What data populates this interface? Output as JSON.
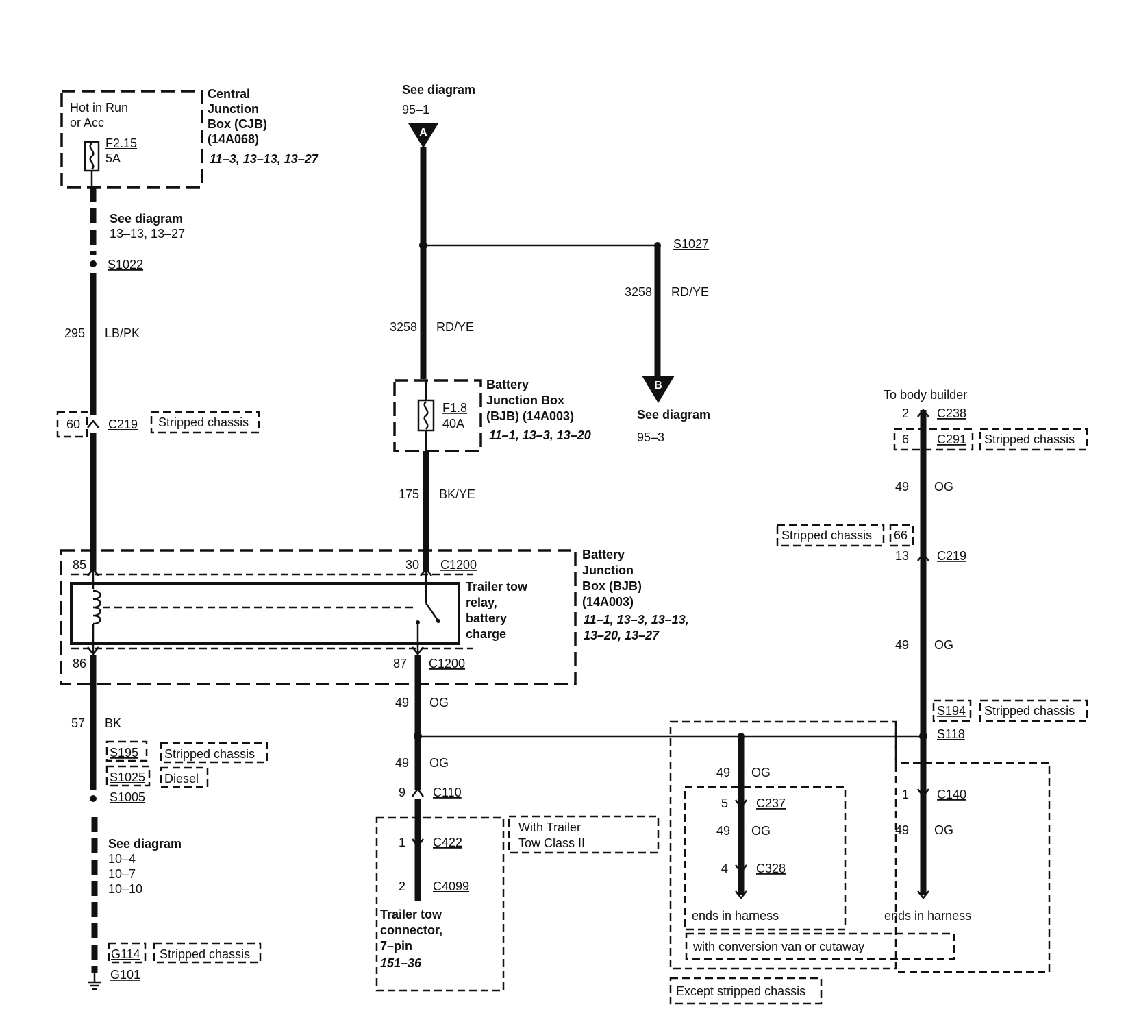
{
  "cjb": {
    "hot_text_1": "Hot in Run",
    "hot_text_2": "or Acc",
    "fuse_id": "F2.15",
    "fuse_amp": "5A",
    "title_1": "Central",
    "title_2": "Junction",
    "title_3": "Box (CJB)",
    "title_4": "(14A068)",
    "refs": "11–3, 13–13, 13–27"
  },
  "left_wire": {
    "see_diagram": "See diagram",
    "see_refs": "13–13, 13–27",
    "splice_top": "S1022",
    "circuit": "295",
    "color": "LB/PK",
    "conn_pin": "60",
    "conn": "C219",
    "stripped": "Stripped chassis"
  },
  "top_center": {
    "see_diagram": "See diagram",
    "ref": "95–1",
    "letter": "A",
    "circuit": "3258",
    "color": "RD/YE"
  },
  "branch_right": {
    "splice": "S1027",
    "circuit": "3258",
    "color": "RD/YE",
    "letter": "B",
    "see_diagram": "See diagram",
    "ref": "95–3"
  },
  "bjb_fuse": {
    "fuse_id": "F1.8",
    "fuse_amp": "40A",
    "title_1": "Battery",
    "title_2": "Junction Box",
    "title_3": "(BJB) (14A003)",
    "refs": "11–1, 13–3, 13–20",
    "out_circuit": "175",
    "out_color": "BK/YE"
  },
  "relay_box": {
    "pin_85": "85",
    "pin_86": "86",
    "pin_30": "30",
    "pin_87": "87",
    "conn_top": "C1200",
    "conn_bottom": "C1200",
    "relay_1": "Trailer tow",
    "relay_2": "relay,",
    "relay_3": "battery",
    "relay_4": "charge",
    "bjb_1": "Battery",
    "bjb_2": "Junction",
    "bjb_3": "Box (BJB)",
    "bjb_4": "(14A003)",
    "refs_1": "11–1, 13–3, 13–13,",
    "refs_2": "13–20, 13–27"
  },
  "ground_wire": {
    "circuit": "57",
    "color": "BK",
    "s195": "S195",
    "s195_note": "Stripped chassis",
    "s1025": "S1025",
    "s1025_note": "Diesel",
    "s1005": "S1005",
    "see_diagram": "See diagram",
    "ref_1": "10–4",
    "ref_2": "10–7",
    "ref_3": "10–10",
    "g114": "G114",
    "g114_note": "Stripped chassis",
    "g101": "G101"
  },
  "center_og": {
    "circuit_1": "49",
    "color_1": "OG",
    "circuit_2": "49",
    "color_2": "OG",
    "pin_c110": "9",
    "c110": "C110",
    "pin_c422": "1",
    "c422": "C422",
    "pin_c4099": "2",
    "c4099": "C4099",
    "conn_1": "Trailer tow",
    "conn_2": "connector,",
    "conn_3": "7–pin",
    "conn_ref": "151–36",
    "note_1": "With Trailer",
    "note_2": "Tow Class II"
  },
  "right_og": {
    "to_body": "To body builder",
    "pin_c238": "2",
    "c238": "C238",
    "pin_c291": "6",
    "c291": "C291",
    "c291_note": "Stripped chassis",
    "circuit_1": "49",
    "color_1": "OG",
    "c219_note": "Stripped chassis",
    "pin_c219_alt": "66",
    "pin_c219": "13",
    "c219": "C219",
    "circuit_2": "49",
    "color_2": "OG",
    "s194": "S194",
    "s194_note": "Stripped chassis",
    "s118": "S118",
    "pin_c140": "1",
    "c140": "C140",
    "circuit_3": "49",
    "color_3": "OG",
    "ends": "ends in harness"
  },
  "mid_og": {
    "circuit_1": "49",
    "color_1": "OG",
    "pin_c237": "5",
    "c237": "C237",
    "circuit_2": "49",
    "color_2": "OG",
    "pin_c328": "4",
    "c328": "C328",
    "ends": "ends in harness",
    "conversion": "with conversion van or cutaway",
    "except": "Except stripped chassis"
  }
}
